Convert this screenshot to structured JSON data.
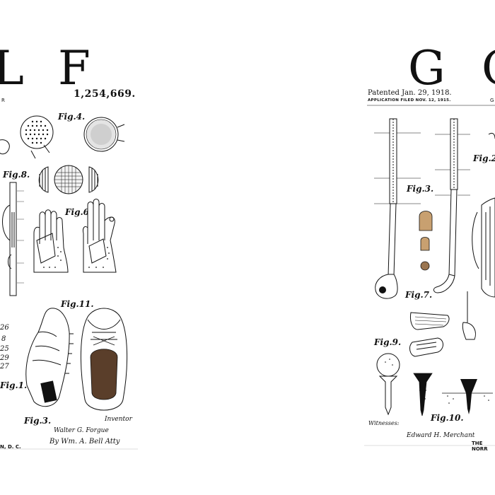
{
  "left": {
    "letters": [
      "L",
      "F"
    ],
    "patent_number": "1,254,669.",
    "fig_labels": {
      "fig4": "Fig.4.",
      "fig8": "Fig.8.",
      "fig6": "Fig.6",
      "fig11": "Fig.11.",
      "fig1": "Fig.1.",
      "fig3": "Fig.3."
    },
    "header_fragment": "R",
    "footer_fragment": "N, D. C.",
    "margin_numbers": [
      "26",
      "8",
      "25",
      "29",
      "27"
    ],
    "inventor_label": "Inventor",
    "inventor_signature": "Walter G. Forgue",
    "attorney_signature": "By Wm. A. Bell Atty"
  },
  "right": {
    "letters": [
      "G",
      "O"
    ],
    "patented": "Patented Jan. 29, 1918.",
    "application": "APPLICATION FILED NOV. 12, 1915.",
    "header_fragment": "G",
    "fig_labels": {
      "fig3": "Fig.3.",
      "fig7": "Fig.7.",
      "fig9": "Fig.9.",
      "fig10": "Fig.10.",
      "fig2": "Fig.2"
    },
    "witnesses_label": "Witnesses:",
    "inventor_signature": "Edward H. Merchant",
    "footer_fragment": "THE NORR"
  }
}
